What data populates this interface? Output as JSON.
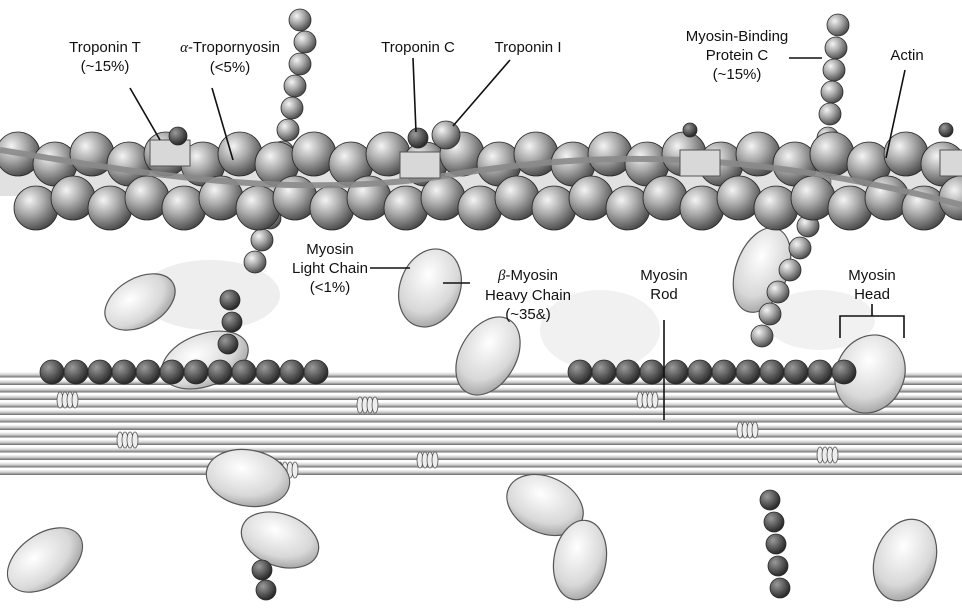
{
  "labels": {
    "troponin_t": {
      "line1": "Troponin T",
      "line2": "(~15%)"
    },
    "tropomyosin": {
      "greek": "α",
      "line1": "-Tropornyosin",
      "line2": "(<5%)"
    },
    "troponin_c": "Troponin C",
    "troponin_i": "Troponin I",
    "mybpc": {
      "line1": "Myosin-Binding",
      "line2": "Protein C",
      "line3": "(~15%)"
    },
    "actin": "Actin",
    "light_chain": {
      "line1": "Myosin",
      "line2": "Light Chain",
      "line3": "(<1%)"
    },
    "heavy_chain": {
      "greek": "β",
      "line1": "-Myosin",
      "line2": "Heavy Chain",
      "line3": "(~35&)"
    },
    "myosin_rod": {
      "line1": "Myosin",
      "line2": "Rod"
    },
    "myosin_head": {
      "line1": "Myosin",
      "line2": "Head"
    }
  },
  "colors": {
    "sphere_light": "#e6e6e6",
    "sphere_dark": "#4a4a4a",
    "filament_light": "#f2f2f2",
    "filament_dark": "#6e6e6e",
    "head_fill": "#e0e0e0",
    "leader_line": "#111111"
  }
}
